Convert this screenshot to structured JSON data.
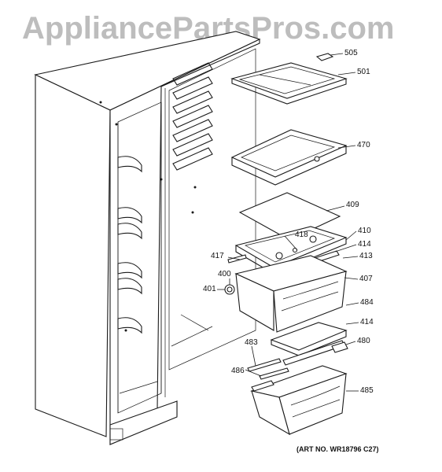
{
  "watermark": "AppliancePartsPros.com",
  "art_number": "(ART NO. WR18796 C27)",
  "callouts": {
    "c505": "505",
    "c501": "501",
    "c470": "470",
    "c409": "409",
    "c418": "418",
    "c410": "410",
    "c414a": "414",
    "c417": "417",
    "c413": "413",
    "c400": "400",
    "c407": "407",
    "c401": "401",
    "c484": "484",
    "c414b": "414",
    "c483": "483",
    "c480": "480",
    "c486": "486",
    "c485": "485"
  }
}
